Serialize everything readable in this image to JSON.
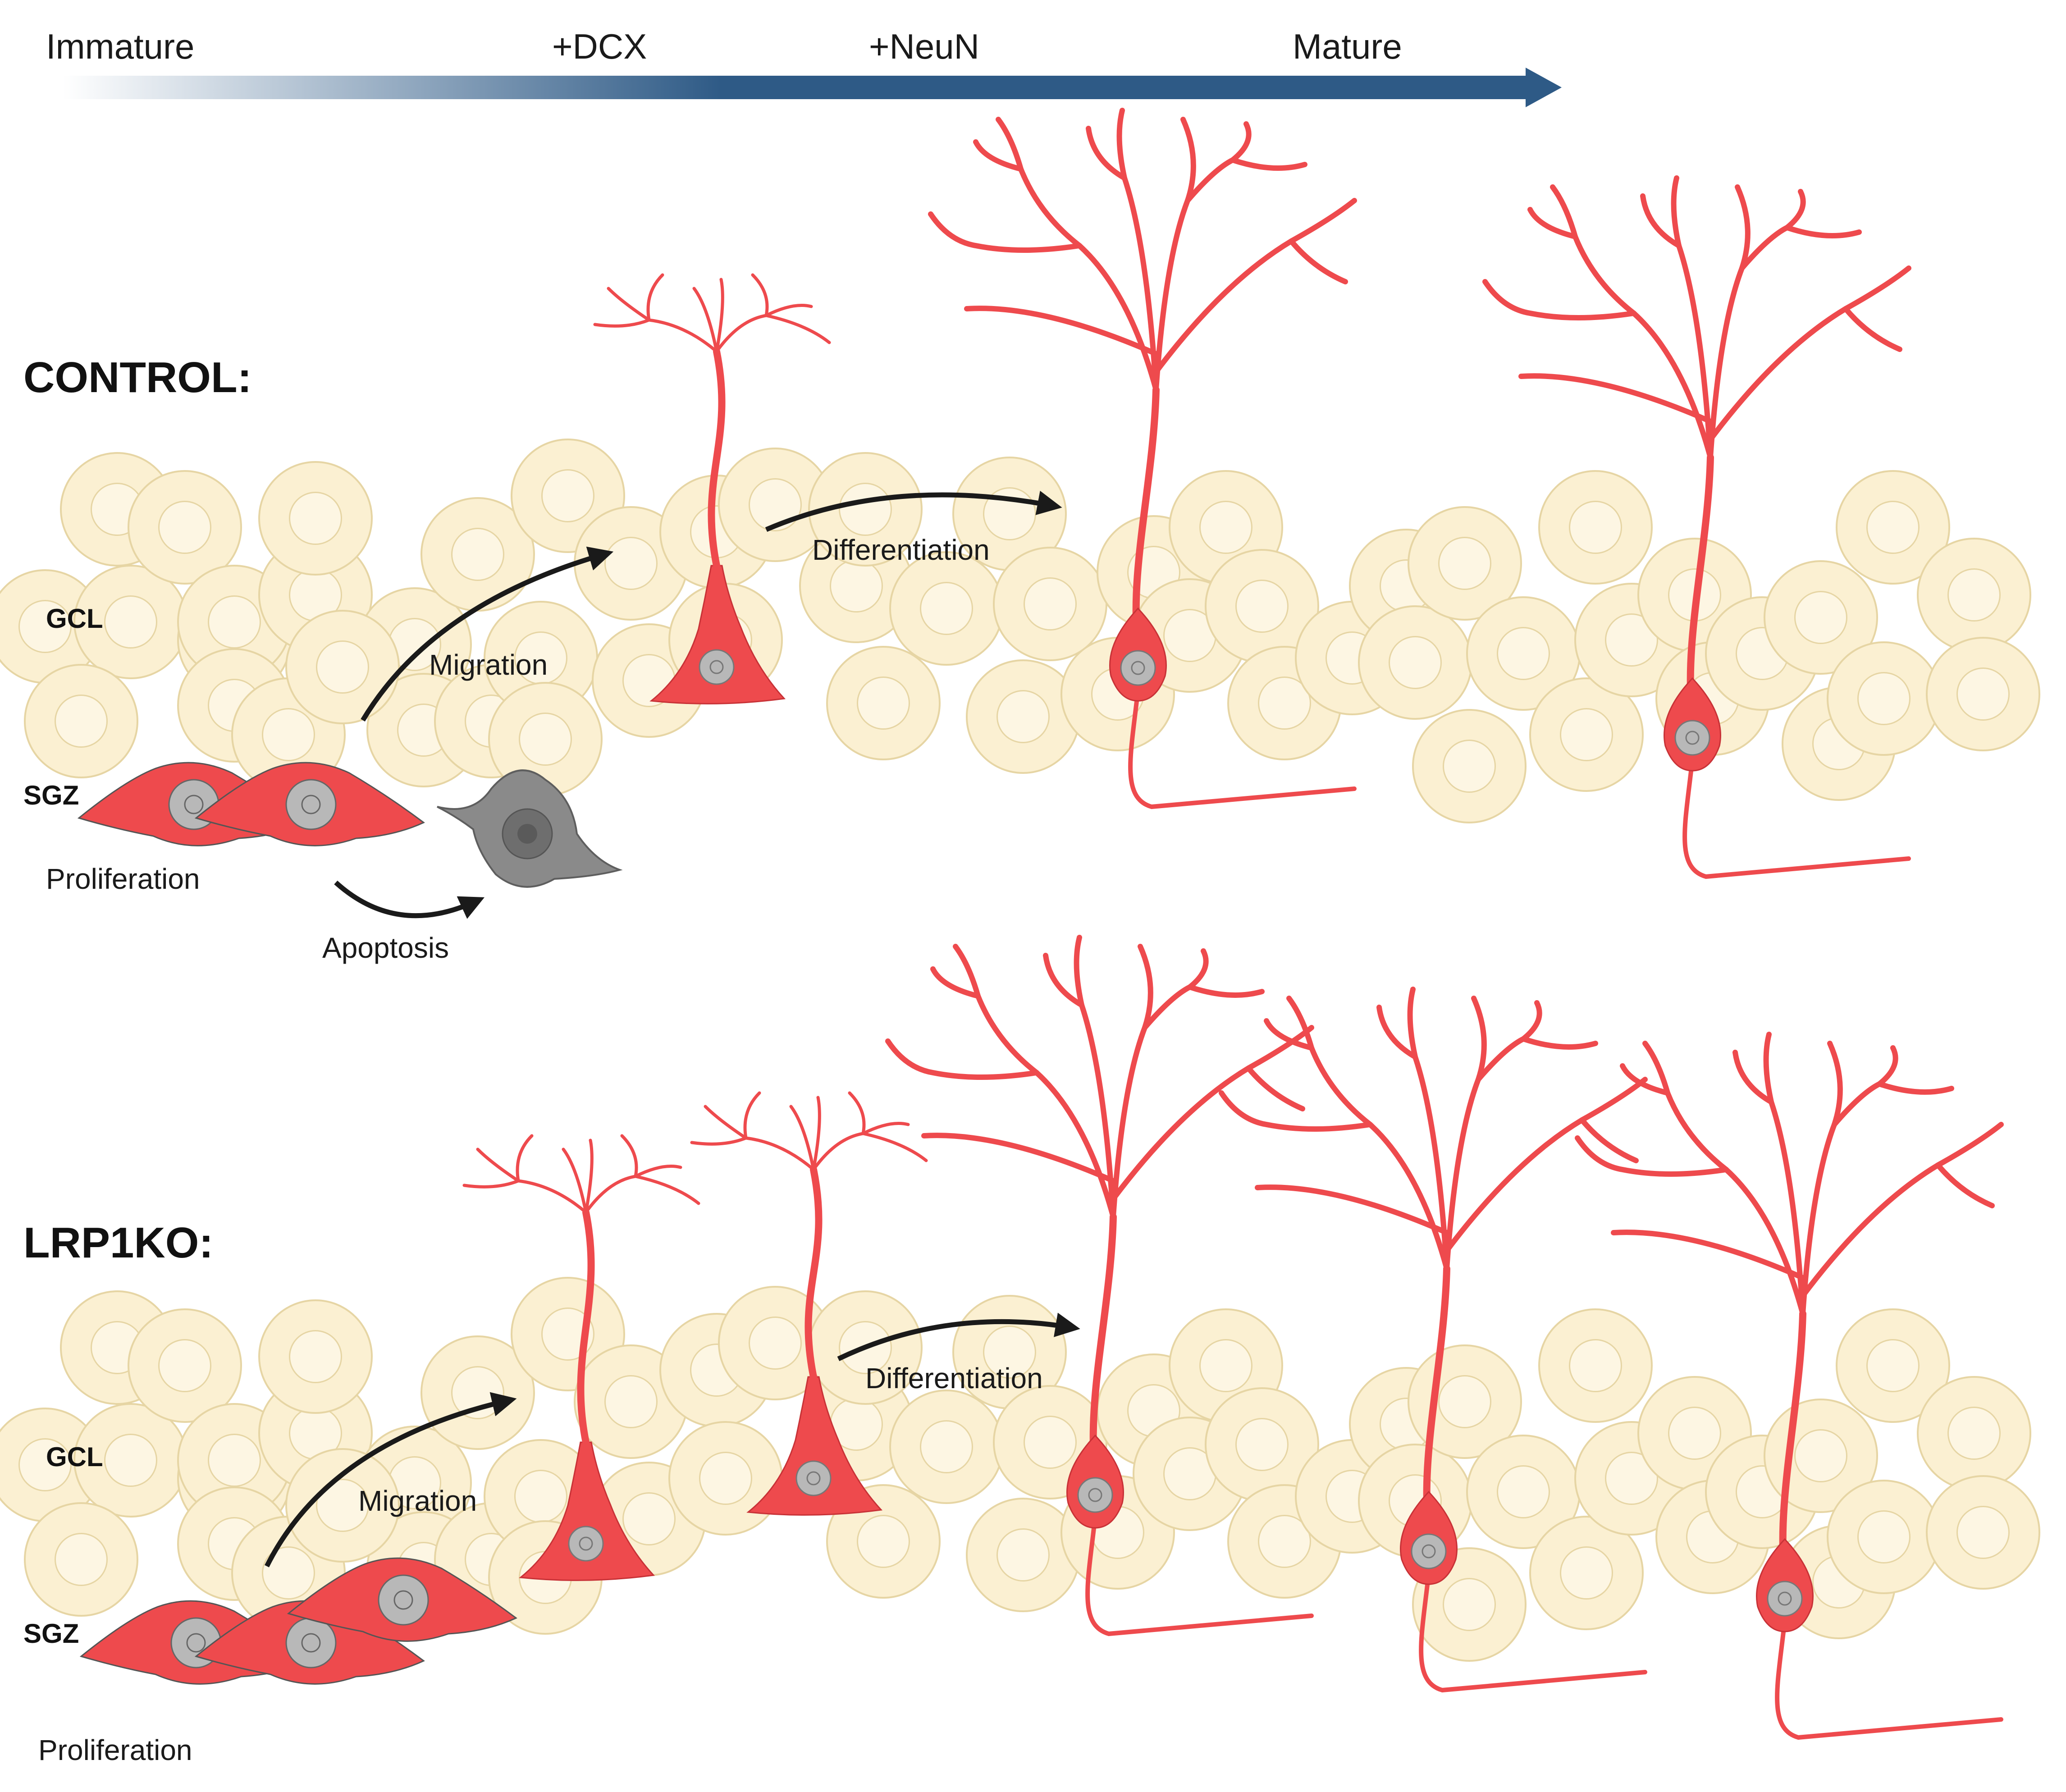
{
  "timeline": {
    "stages": [
      "Immature",
      "+DCX",
      "+NeuN",
      "Mature"
    ],
    "colors": {
      "start": "#ffffff",
      "end": "#2e5a86"
    }
  },
  "panels": [
    {
      "condition": "CONTROL:",
      "zones": {
        "gcl": "GCL",
        "sgz": "SGZ"
      },
      "processes": {
        "proliferation": "Proliferation",
        "migration": "Migration",
        "differentiation": "Differentiation",
        "apoptosis": "Apoptosis"
      },
      "counts": {
        "progenitors": 2,
        "immature_neurons": 1,
        "mature_neurons": 2,
        "apoptotic_cells": 1
      }
    },
    {
      "condition": "LRP1KO:",
      "zones": {
        "gcl": "GCL",
        "sgz": "SGZ"
      },
      "processes": {
        "proliferation": "Proliferation",
        "migration": "Migration",
        "differentiation": "Differentiation"
      },
      "counts": {
        "progenitors": 3,
        "immature_neurons": 2,
        "mature_neurons": 3,
        "apoptotic_cells": 0
      }
    }
  ],
  "colors": {
    "neuron": "#ee4a4d",
    "neuron_dark": "#c83237",
    "granule_fill": "#fbf0d2",
    "granule_stroke": "#e6d5a4",
    "nucleus": "#b8b8b8",
    "apoptotic": "#8a8a8a",
    "arrow": "#1a1a1a"
  },
  "icons": {
    "granule_cell": "granule-cell-icon",
    "progenitor": "progenitor-cell-icon",
    "immature_neuron": "immature-neuron-icon",
    "mature_neuron": "mature-neuron-icon",
    "apoptotic_cell": "apoptotic-cell-icon"
  }
}
